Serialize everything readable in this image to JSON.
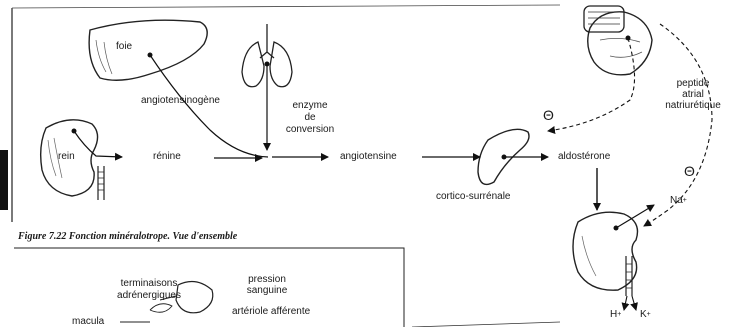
{
  "figure_caption": "Figure 7.22 Fonction minéralotrope. Vue d'ensemble",
  "organs": {
    "liver": "foie",
    "kidney": "rein",
    "adrenal": "cortico-surrénale"
  },
  "substances": {
    "angiotensinogen": "angiotensinogène",
    "renin": "rénine",
    "enzyme_line1": "enzyme",
    "enzyme_line2": "de",
    "enzyme_line3": "conversion",
    "angiotensin": "angiotensine",
    "aldosterone": "aldostérone",
    "anp_line1": "peptide",
    "anp_line2": "atrial",
    "anp_line3": "natriurétique",
    "na": "Na",
    "na_sup": "+",
    "h": "H",
    "h_sup": "+",
    "k": "K",
    "k_sup": "+",
    "inhibit_symbol": "Θ"
  },
  "lower_figure": {
    "terminals_line1": "terminaisons",
    "terminals_line2": "adrénergiques",
    "pressure_line1": "pression",
    "pressure_line2": "sanguine",
    "arteriole": "artériole afférente",
    "macula": "macula"
  }
}
